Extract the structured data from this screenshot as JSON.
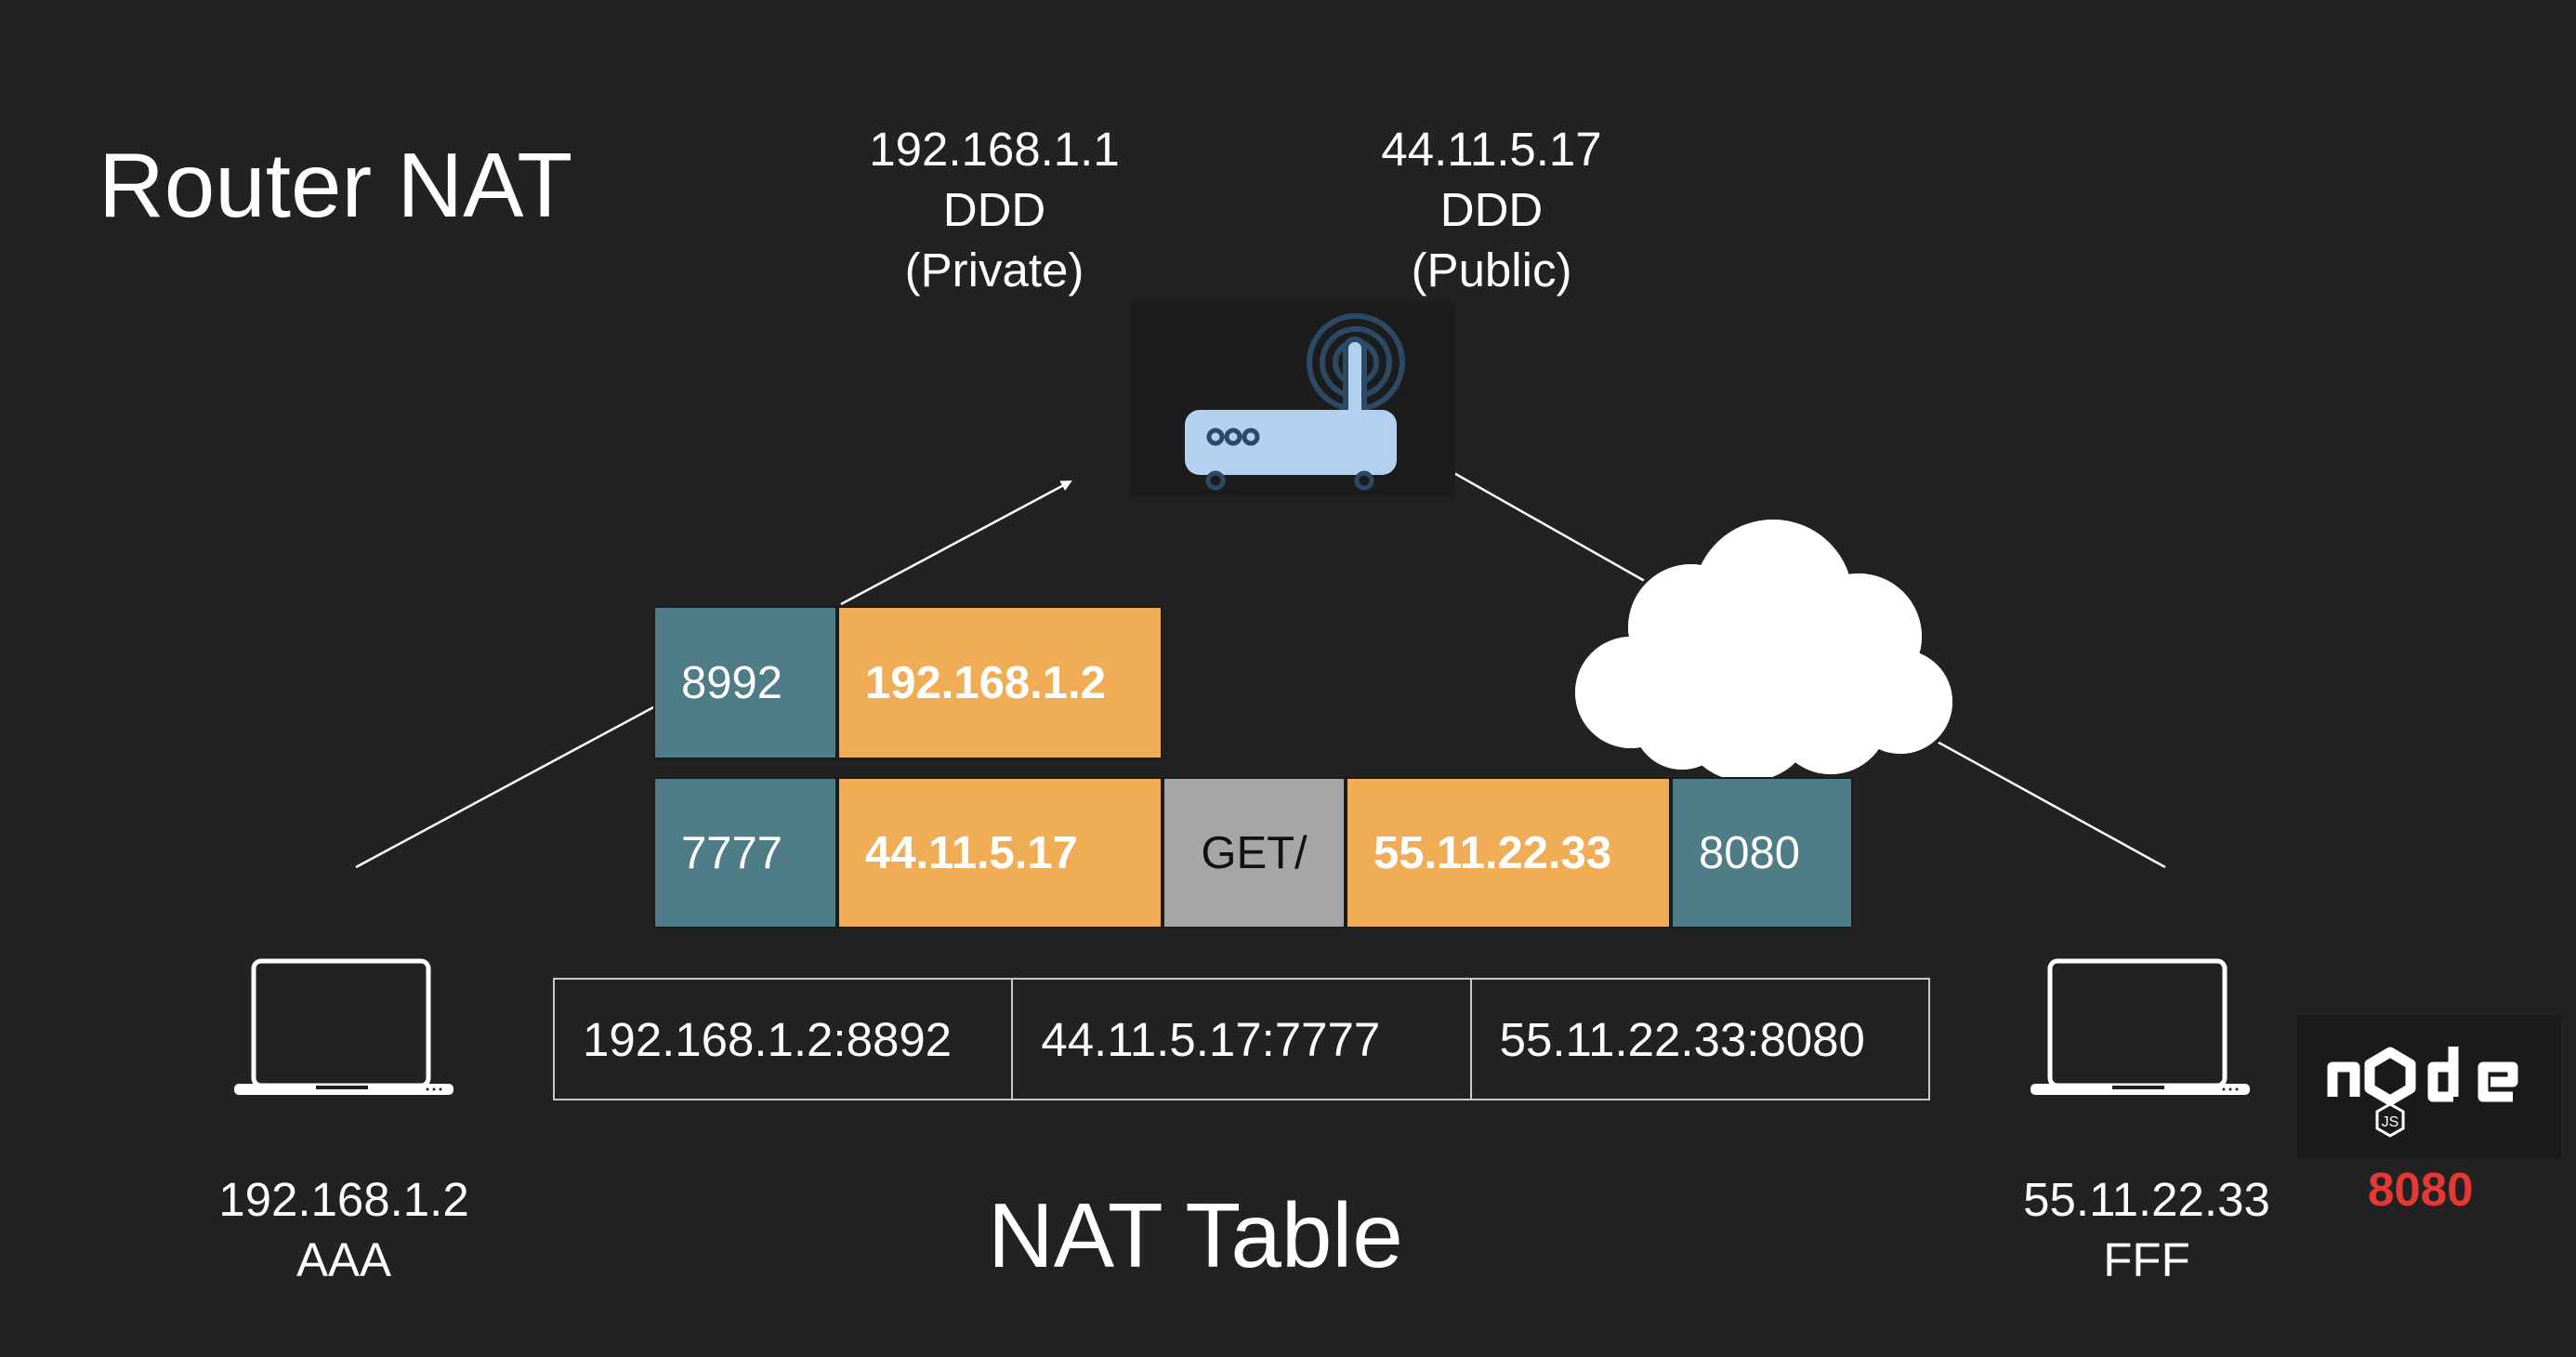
{
  "title": "Router NAT",
  "router": {
    "private": {
      "ip": "192.168.1.1",
      "mac": "DDD",
      "label": "(Private)"
    },
    "public": {
      "ip": "44.11.5.17",
      "mac": "DDD",
      "label": "(Public)"
    }
  },
  "packet_private": {
    "port": "8992",
    "ip": "192.168.1.2"
  },
  "packet_public": {
    "src_port": "7777",
    "src_ip": "44.11.5.17",
    "payload": "GET/",
    "dst_ip": "55.11.22.33",
    "dst_port": "8080"
  },
  "nat_table": {
    "cells": [
      "192.168.1.2:8892",
      "44.11.5.17:7777",
      "55.11.22.33:8080"
    ],
    "title": "NAT Table"
  },
  "client": {
    "ip": "192.168.1.2",
    "mac": "AAA"
  },
  "server": {
    "ip": "55.11.22.33",
    "mac": "FFF",
    "port": "8080"
  },
  "colors": {
    "background": "#222222",
    "teal": "#4f7d87",
    "orange": "#f0ad55",
    "gray": "#a6a6a6",
    "router_blue": "#b3d1ef",
    "router_navy": "#2c4a66",
    "red": "#e53935"
  }
}
